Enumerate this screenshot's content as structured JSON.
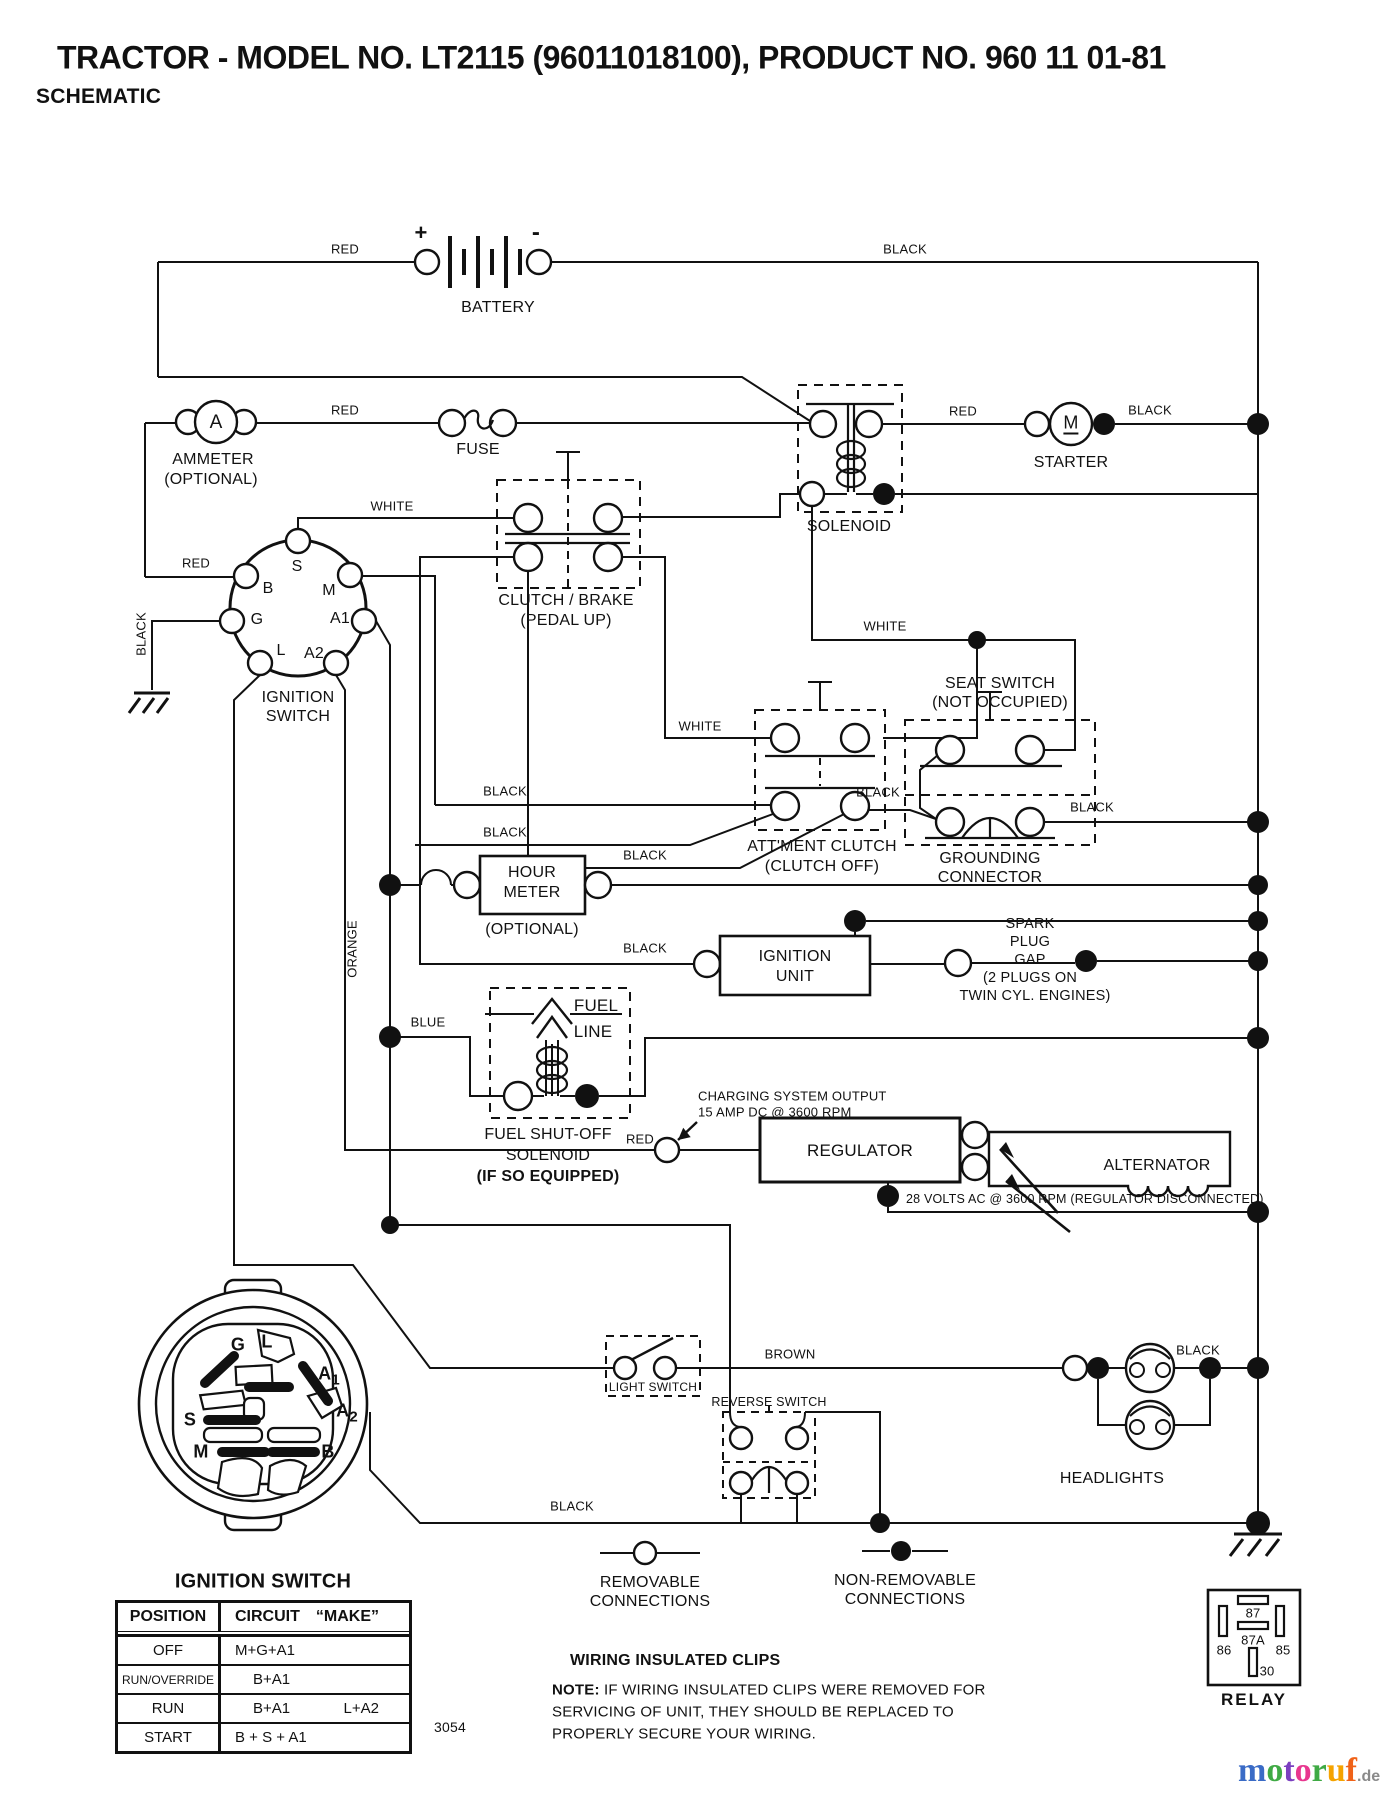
{
  "header": {
    "title": "TRACTOR - MODEL NO. LT2115 (96011018100), PRODUCT NO. 960 11 01-81",
    "subtitle": "SCHEMATIC"
  },
  "components": {
    "battery": {
      "label": "BATTERY",
      "plus": "+",
      "minus": "-"
    },
    "ammeter": {
      "symbol": "A",
      "line1": "AMMETER",
      "line2": "(OPTIONAL)"
    },
    "fuse": {
      "label": "FUSE"
    },
    "solenoid": {
      "label": "SOLENOID"
    },
    "starter": {
      "symbol": "M",
      "label": "STARTER"
    },
    "clutch_brake": {
      "line1": "CLUTCH / BRAKE",
      "line2": "(PEDAL UP)"
    },
    "ignition_switch_schematic": {
      "line1": "IGNITION",
      "line2": "SWITCH",
      "terminals": [
        "S",
        "B",
        "M",
        "G",
        "A1",
        "L",
        "A2"
      ]
    },
    "seat_switch": {
      "line1": "SEAT SWITCH",
      "line2": "(NOT OCCUPIED)"
    },
    "attachment_clutch": {
      "line1": "ATT'MENT CLUTCH",
      "line2": "(CLUTCH OFF)"
    },
    "grounding_connector": {
      "line1": "GROUNDING",
      "line2": "CONNECTOR"
    },
    "hour_meter": {
      "line1": "HOUR",
      "line2": "METER",
      "note": "(OPTIONAL)"
    },
    "ignition_unit": {
      "line1": "IGNITION",
      "line2": "UNIT"
    },
    "spark_plug": {
      "lines": [
        "SPARK",
        "PLUG",
        "GAP",
        "(2 PLUGS ON",
        "TWIN CYL. ENGINES)"
      ]
    },
    "fuel_line": {
      "line1": "FUEL",
      "line2": "LINE"
    },
    "fuel_shutoff": {
      "line1": "FUEL SHUT-OFF",
      "line2": "SOLENOID",
      "line3": "(IF SO EQUIPPED)"
    },
    "regulator": {
      "label": "REGULATOR"
    },
    "alternator": {
      "label": "ALTERNATOR"
    },
    "charging_note": {
      "line1": "CHARGING SYSTEM OUTPUT",
      "line2": "15 AMP DC @ 3600 RPM"
    },
    "ac_note": "28 VOLTS AC @ 3600 RPM (REGULATOR DISCONNECTED)",
    "light_switch": {
      "label": "LIGHT SWITCH"
    },
    "reverse_switch": {
      "label": "REVERSE SWITCH"
    },
    "headlights": {
      "label": "HEADLIGHTS"
    },
    "relay": {
      "label": "RELAY",
      "pin87": "87",
      "pin87a": "87A",
      "pin86": "86",
      "pin85": "85",
      "pin30": "30"
    }
  },
  "wire_labels": {
    "red_battery": "RED",
    "black_battery": "BLACK",
    "red_fuse": "RED",
    "red_ignition": "RED",
    "white_clutch": "WHITE",
    "red_starter": "RED",
    "black_starter": "BLACK",
    "white_interlock": "WHITE",
    "white_attachment": "WHITE",
    "black_att_1": "BLACK",
    "black_att_2": "BLACK",
    "black_att_3": "BLACK",
    "black_seat_left": "BLACK",
    "black_seat_right": "BLACK",
    "black_ignition_unit": "BLACK",
    "orange": "ORANGE",
    "black_ground": "BLACK",
    "blue": "BLUE",
    "red_regulator": "RED",
    "brown": "BROWN",
    "black_headlights": "BLACK",
    "black_bottom": "BLACK"
  },
  "connector_diagram": {
    "title": "IGNITION SWITCH",
    "g": "G",
    "l": "L",
    "a1": "A",
    "a1_sub": "1",
    "a2": "A",
    "a2_sub": "2",
    "s": "S",
    "m": "M",
    "b": "B"
  },
  "table": {
    "headers": [
      "POSITION",
      "CIRCUIT",
      "“MAKE”"
    ],
    "rows": [
      {
        "position": "OFF",
        "circuit1": "M+G+A1",
        "circuit2": ""
      },
      {
        "position": "RUN/OVERRIDE",
        "circuit1": "B+A1",
        "circuit2": ""
      },
      {
        "position": "RUN",
        "circuit1": "B+A1",
        "circuit2": "L+A2"
      },
      {
        "position": "START",
        "circuit1": "B + S + A1",
        "circuit2": ""
      }
    ]
  },
  "legend": {
    "removable": {
      "line1": "REMOVABLE",
      "line2": "CONNECTIONS"
    },
    "non_removable": {
      "line1": "NON-REMOVABLE",
      "line2": "CONNECTIONS"
    }
  },
  "notes": {
    "clips_title": "WIRING INSULATED CLIPS",
    "note_bold": "NOTE:",
    "note_lines": [
      " IF WIRING INSULATED CLIPS WERE REMOVED FOR",
      "SERVICING OF UNIT, THEY SHOULD BE REPLACED TO",
      "PROPERLY SECURE YOUR WIRING."
    ]
  },
  "footer": {
    "doc_number": "3054",
    "logo_letters": [
      {
        "ch": "m",
        "color": "#3a6bc6"
      },
      {
        "ch": "o",
        "color": "#3faa44"
      },
      {
        "ch": "t",
        "color": "#7b3fc0"
      },
      {
        "ch": "o",
        "color": "#e8378f"
      },
      {
        "ch": "r",
        "color": "#3faa44"
      },
      {
        "ch": "u",
        "color": "#f5a300"
      },
      {
        "ch": "f",
        "color": "#f06218"
      }
    ],
    "logo_suffix": ".de",
    "wire_color": "#111111"
  }
}
